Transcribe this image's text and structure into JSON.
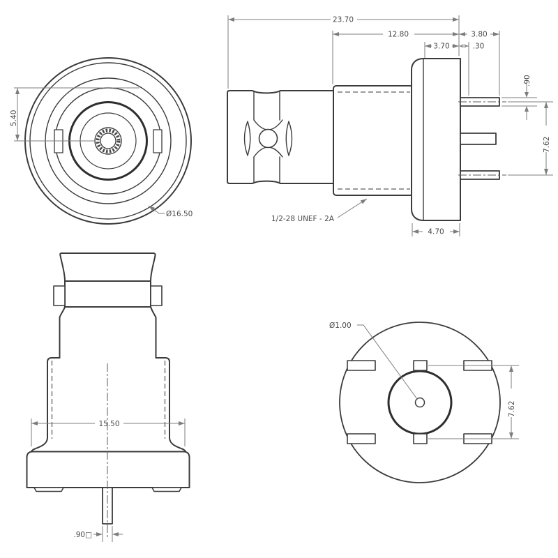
{
  "drawing": {
    "description": "BNC PCB mount connector, 4-view dimensioned technical drawing",
    "front_view": {
      "dim_socket_radius": "5.40",
      "dim_outer_diameter": "Ø16.50"
    },
    "side_view": {
      "dim_overall_length": "23.70",
      "dim_body_length": "12.80",
      "dim_pin_length": "3.80",
      "dim_flange_face_width": "3.70",
      "dim_pin_setback": ".30",
      "dim_pin_thickness": ".90",
      "dim_pin_row_spacing": "7.62",
      "dim_flange_width": "4.70",
      "thread_callout": "1/2-28 UNEF - 2A"
    },
    "bottom_view": {
      "dim_base_width": "15.50",
      "dim_pin_square_size": ".90□"
    },
    "back_view": {
      "dim_center_pin_diameter": "Ø1.00",
      "dim_pin_row_spacing": "7.62"
    },
    "colors": {
      "background": "#ffffff",
      "object_line": "#3b3b3b",
      "dimension_line": "#7d7d7d",
      "dimension_text": "#4a4a4a"
    }
  }
}
